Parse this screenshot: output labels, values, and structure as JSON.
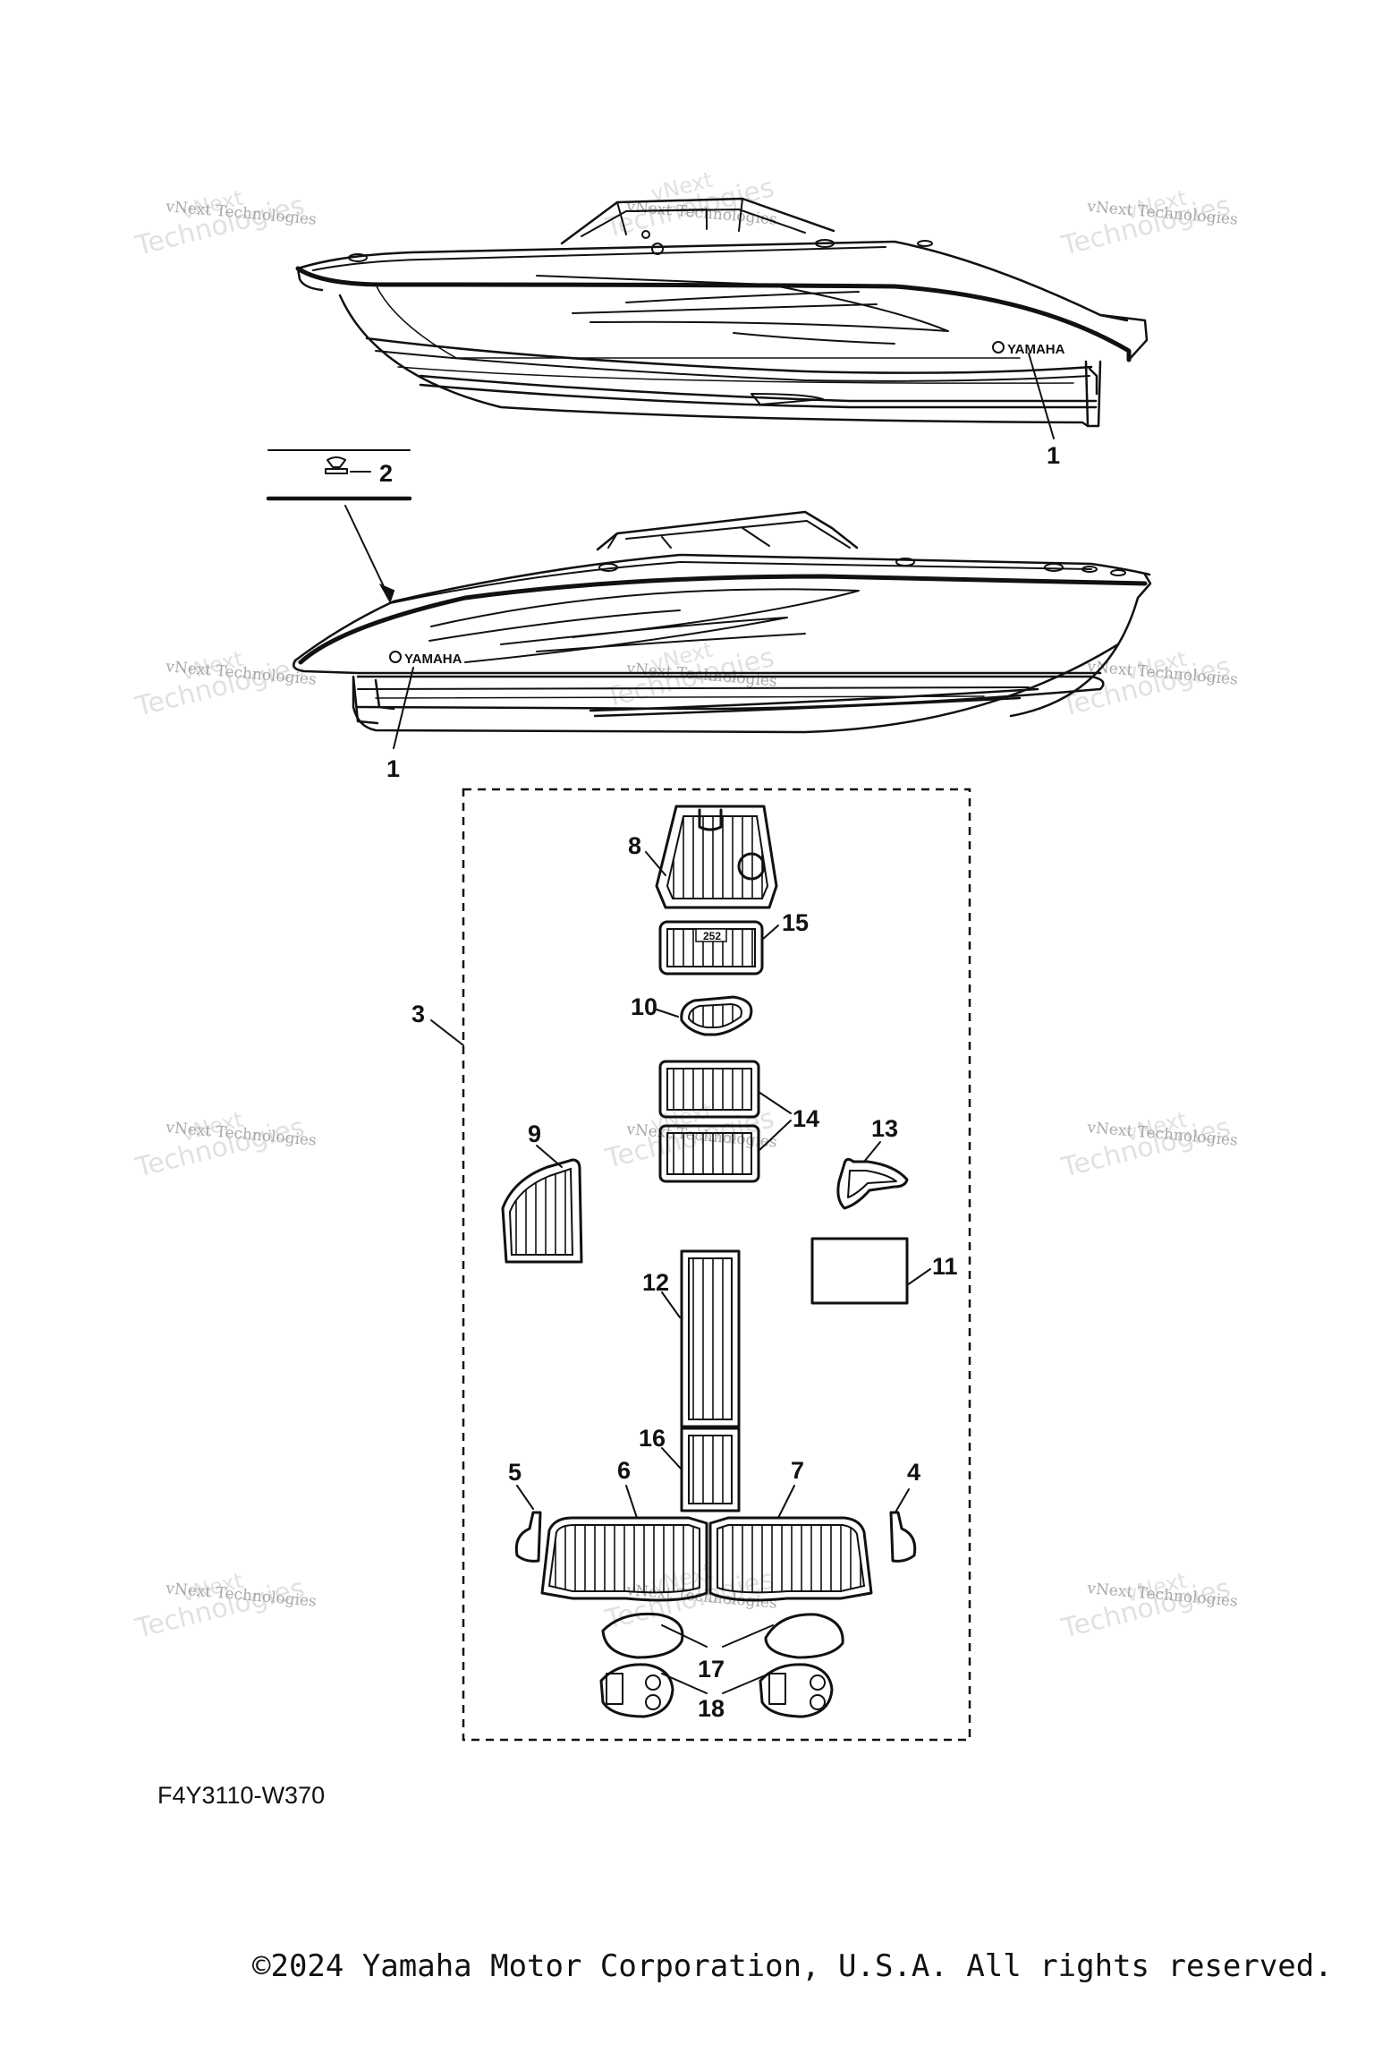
{
  "figure_code": "F4Y3110-W370",
  "copyright": "©2024 Yamaha Motor Corporation, U.S.A. All rights reserved.",
  "watermark": {
    "line1": "vNext Technologies",
    "line2": "Technologies",
    "line3": "vNext"
  },
  "brand_decal": "YAMAHA",
  "model_badge": "252",
  "callouts": {
    "c1_top": "1",
    "c1_bottom": "1",
    "c2": "2",
    "c3": "3",
    "c4": "4",
    "c5": "5",
    "c6": "6",
    "c7": "7",
    "c8": "8",
    "c9": "9",
    "c10": "10",
    "c11": "11",
    "c12": "12",
    "c13": "13",
    "c14": "14",
    "c15": "15",
    "c16": "16",
    "c17": "17",
    "c18": "18"
  }
}
